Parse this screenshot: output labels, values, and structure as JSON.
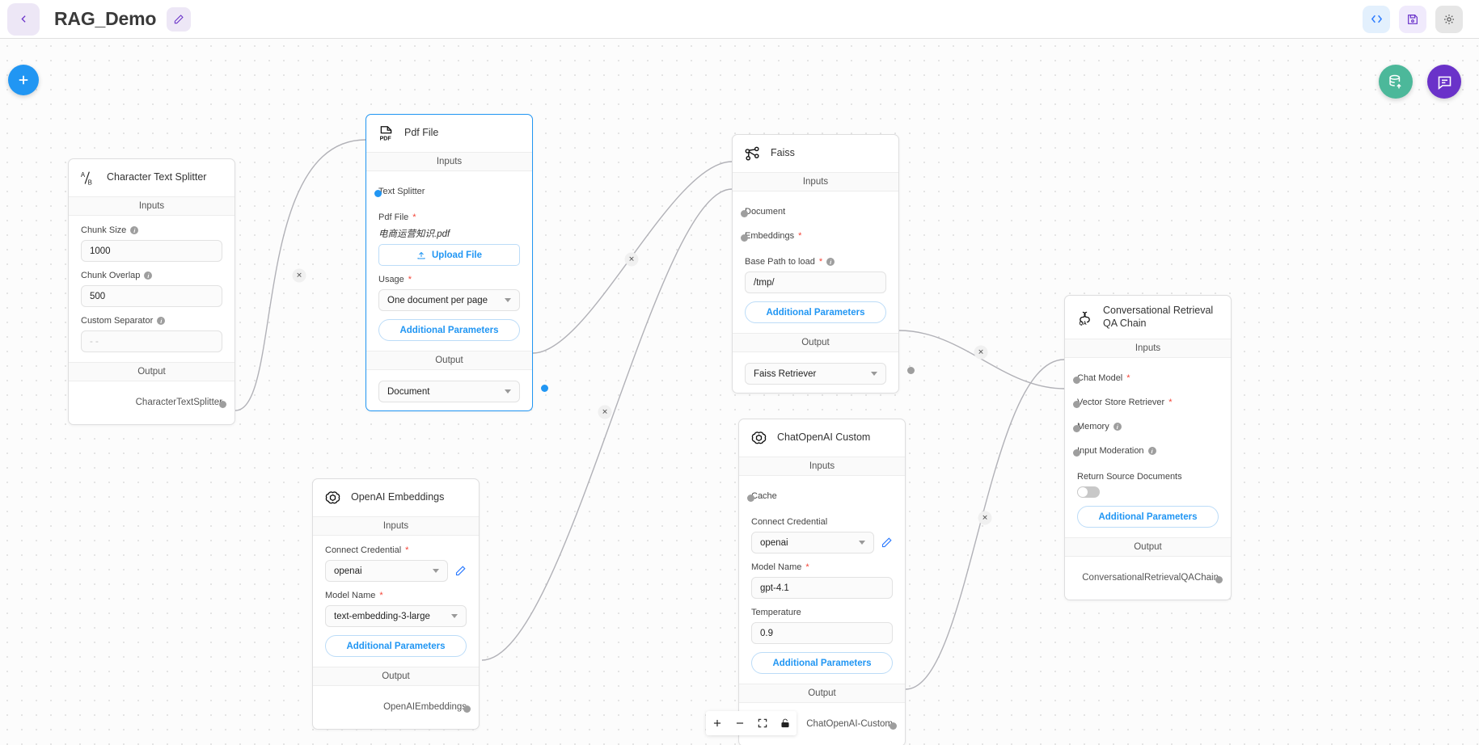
{
  "header": {
    "title": "RAG_Demo",
    "back_icon": "chevron-left-icon",
    "edit_icon": "pencil-icon",
    "buttons": [
      {
        "name": "view-code-button",
        "icon": "code-icon"
      },
      {
        "name": "save-chatflow-button",
        "icon": "save-disk-icon"
      },
      {
        "name": "settings-button",
        "icon": "gear-icon"
      }
    ]
  },
  "floating": {
    "add_node_label": "+",
    "add_node_icon": "plus-icon",
    "upsert_icon": "database-upsert-icon",
    "chat_icon": "chat-bubble-icon"
  },
  "controls": {
    "zoom_in": "plus-icon",
    "zoom_out": "minus-icon",
    "fit_view": "fit-view-icon",
    "lock": "lock-icon"
  },
  "sections": {
    "inputs": "Inputs",
    "output": "Output"
  },
  "nodes": {
    "char_splitter": {
      "title": "Character Text Splitter",
      "icon": "ab-text-splitter-icon",
      "params": [
        {
          "label": "Chunk Size",
          "value": "1000",
          "required": false,
          "info": true
        },
        {
          "label": "Chunk Overlap",
          "value": "500",
          "required": false,
          "info": true
        },
        {
          "label": "Custom Separator",
          "value": "",
          "placeholder": "- -",
          "required": false,
          "info": true
        }
      ],
      "output": "CharacterTextSplitter"
    },
    "pdf_file": {
      "title": "Pdf File",
      "icon": "pdf-file-icon",
      "anchor": "Text Splitter",
      "file_label": "Pdf File",
      "file_name": "电商运营知识.pdf",
      "upload_label": "Upload File",
      "upload_icon": "upload-icon",
      "usage_label": "Usage",
      "usage_value": "One document per page",
      "additional_params": "Additional Parameters",
      "output_value": "Document"
    },
    "faiss": {
      "title": "Faiss",
      "icon": "faiss-graph-icon",
      "anchors": [
        {
          "label": "Document",
          "required": false
        },
        {
          "label": "Embeddings",
          "required": true
        }
      ],
      "base_path_label": "Base Path to load",
      "base_path_value": "/tmp/",
      "additional_params": "Additional Parameters",
      "output_value": "Faiss Retriever"
    },
    "openai_embeddings": {
      "title": "OpenAI Embeddings",
      "icon": "openai-icon",
      "credential_label": "Connect Credential",
      "credential_value": "openai",
      "credential_edit_icon": "edit-credential-icon",
      "model_label": "Model Name",
      "model_value": "text-embedding-3-large",
      "additional_params": "Additional Parameters",
      "output": "OpenAIEmbeddings"
    },
    "chat_openai": {
      "title": "ChatOpenAI Custom",
      "icon": "openai-icon",
      "anchor": "Cache",
      "credential_label": "Connect Credential",
      "credential_value": "openai",
      "credential_edit_icon": "edit-credential-icon",
      "model_label": "Model Name",
      "model_value": "gpt-4.1",
      "temperature_label": "Temperature",
      "temperature_value": "0.9",
      "additional_params": "Additional Parameters",
      "output": "ChatOpenAI-Custom"
    },
    "qa_chain": {
      "title": "Conversational Retrieval QA Chain",
      "icon": "qa-chain-icon",
      "anchors": [
        {
          "label": "Chat Model",
          "required": true,
          "info": false
        },
        {
          "label": "Vector Store Retriever",
          "required": true,
          "info": false
        },
        {
          "label": "Memory",
          "required": false,
          "info": true
        },
        {
          "label": "Input Moderation",
          "required": false,
          "info": true
        }
      ],
      "return_docs_label": "Return Source Documents",
      "return_docs_on": false,
      "additional_params": "Additional Parameters",
      "output": "ConversationalRetrievalQAChain"
    }
  },
  "edges": [
    {
      "from": "char_splitter.output",
      "to": "pdf_file.text_splitter"
    },
    {
      "from": "pdf_file.document",
      "to": "faiss.document"
    },
    {
      "from": "openai_embeddings.output",
      "to": "faiss.embeddings"
    },
    {
      "from": "faiss.retriever",
      "to": "qa_chain.vector_store_retriever"
    },
    {
      "from": "chat_openai.output",
      "to": "qa_chain.chat_model"
    }
  ],
  "colors": {
    "accent_blue": "#2196f3",
    "accent_purple": "#6a32c9",
    "accent_green": "#4cb89a",
    "required_red": "#f44336"
  }
}
